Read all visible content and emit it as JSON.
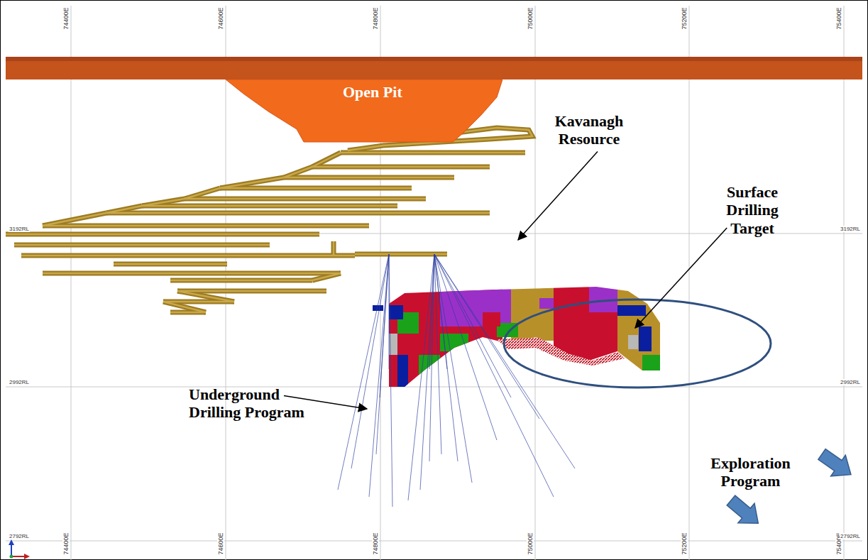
{
  "diagram": {
    "nodes": [
      {
        "text": [
          "Open Pit"
        ]
      }
    ],
    "labels": [
      "74400E",
      "74600E",
      "74800E",
      "75000E",
      "75200E",
      "75400E",
      "Kavanagh Resource",
      "Surface Drilling Target",
      "3192RL",
      "3192RL",
      "2992RL",
      "2992RL",
      "Underground Drilling Program",
      "Exploration Program",
      "2792RL",
      "74400E",
      "74600E",
      "74800E",
      "75000E",
      "75200E",
      "75400E",
      "2792RL"
    ]
  }
}
